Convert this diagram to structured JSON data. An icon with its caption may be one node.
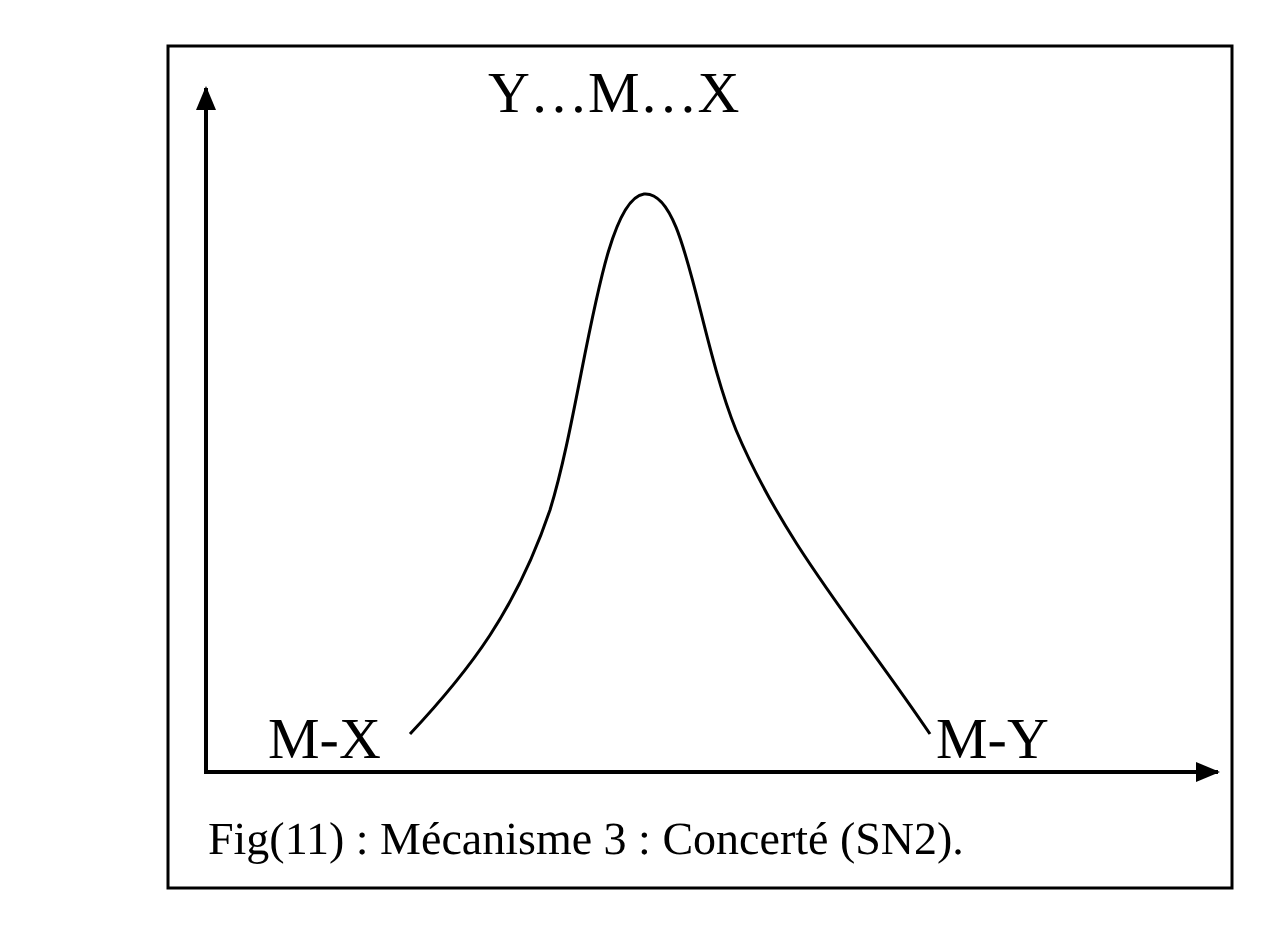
{
  "diagram": {
    "caption": "Fig(11) : Mécanisme 3 : Concerté (SN2).",
    "labels": [
      "Y…M…X",
      "M-X",
      "M-Y"
    ]
  }
}
